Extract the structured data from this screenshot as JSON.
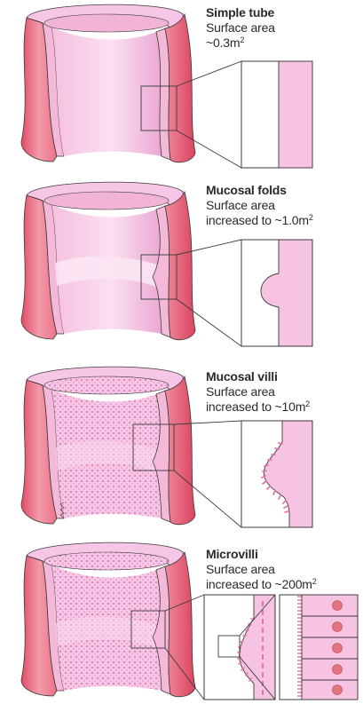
{
  "panels": [
    {
      "title": "Simple tube",
      "line1": "Surface area",
      "line2_main": "~0.3m",
      "line2_sup": "2"
    },
    {
      "title": "Mucosal folds",
      "line1": "Surface area",
      "line2_main": "increased to ~1.0m",
      "line2_sup": "2"
    },
    {
      "title": "Mucosal villi",
      "line1": "Surface area",
      "line2_main": "increased to ~10m",
      "line2_sup": "2"
    },
    {
      "title": "Microvilli",
      "line1": "Surface area",
      "line2_main": "increased to ~200m",
      "line2_sup": "2"
    }
  ],
  "colors": {
    "outer_wall": "#e2566e",
    "outer_wall_light": "#f08a9c",
    "inner_surface": "#f7c6e6",
    "inner_shadow": "#e7a3cf",
    "cut_face": "#f4b8d8",
    "box_fill": "#f6c3e3",
    "outline": "#3a3a3a",
    "dots": "#d97fb3",
    "nucleus": "#e6747f"
  }
}
